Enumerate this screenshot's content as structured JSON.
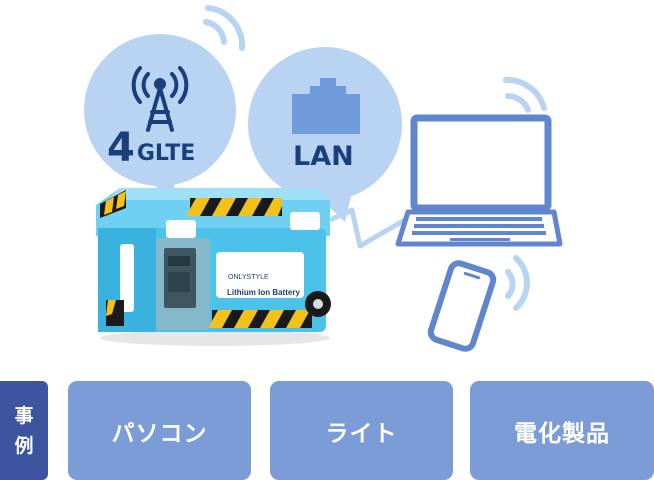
{
  "bubbles": {
    "lte": {
      "big": "4",
      "small": "GLTE"
    },
    "lan": {
      "label": "LAN"
    }
  },
  "device": {
    "logo_text": "ONLYSTYLE",
    "caption": "Lithium Ion Battery"
  },
  "examples": {
    "heading": [
      "事",
      "例"
    ],
    "items": [
      "パソコン",
      "ライト",
      "電化製品"
    ]
  },
  "colors": {
    "bubble": "#b9d4f2",
    "accent_dark": "#1b3f7a",
    "chip": "#7c9cd8",
    "tag": "#3d55a0",
    "box": "#4cc1ea"
  },
  "icons": [
    "antenna-icon",
    "wifi-signal-icon",
    "lan-port-icon",
    "laptop-icon",
    "smartphone-icon"
  ]
}
